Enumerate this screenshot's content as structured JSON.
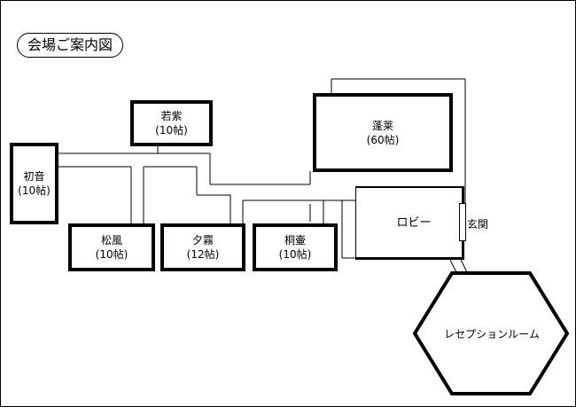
{
  "title": "会場ご案内図",
  "rooms": {
    "wakamurasaki": {
      "name": "若紫",
      "capacity": "(10帖)"
    },
    "hatsune": {
      "name": "初音",
      "capacity": "(10帖)"
    },
    "matsukaze": {
      "name": "松風",
      "capacity": "(10帖)"
    },
    "yugiri": {
      "name": "夕霧",
      "capacity": "(12帖)"
    },
    "kiritsubo": {
      "name": "桐壷",
      "capacity": "(10帖)"
    },
    "horai": {
      "name": "蓬莱",
      "capacity": "(60帖)"
    }
  },
  "lobby": "ロビー",
  "entrance": "玄関",
  "reception_room": "レセプションルーム"
}
